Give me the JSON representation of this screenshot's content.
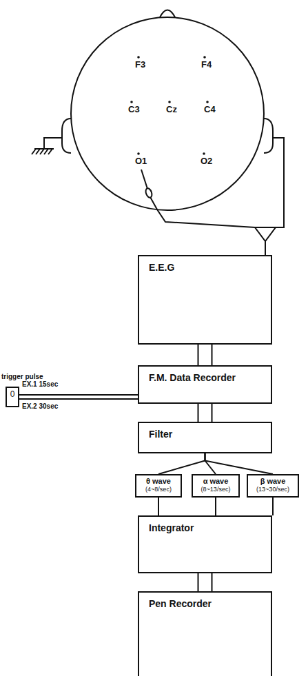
{
  "diagram": {
    "nodes": [
      {
        "text": [
          "E.E.G"
        ]
      },
      {
        "text": [
          "F.M. Data Recorder"
        ]
      },
      {
        "text": [
          "0"
        ]
      },
      {
        "text": [
          "Filter"
        ]
      },
      {
        "text": [
          "θ wave",
          "(4~8/sec)"
        ]
      },
      {
        "text": [
          "α wave",
          "(8~13/sec)"
        ]
      },
      {
        "text": [
          "β wave",
          "(13~30/sec)"
        ]
      },
      {
        "text": [
          "Integrator"
        ]
      },
      {
        "text": [
          "Pen Recorder"
        ]
      }
    ],
    "edges": [
      {
        "from": 0,
        "to": 1,
        "arrow": "none"
      },
      {
        "from": 2,
        "to": 1,
        "arrow": "none"
      },
      {
        "from": 1,
        "to": 3,
        "arrow": "none"
      },
      {
        "from": 3,
        "to": 4,
        "arrow": "none"
      },
      {
        "from": 3,
        "to": 5,
        "arrow": "none"
      },
      {
        "from": 3,
        "to": 6,
        "arrow": "none"
      },
      {
        "from": 4,
        "to": 7,
        "arrow": "none"
      },
      {
        "from": 5,
        "to": 7,
        "arrow": "none"
      },
      {
        "from": 6,
        "to": 7,
        "arrow": "none"
      },
      {
        "from": 7,
        "to": 8,
        "arrow": "none"
      }
    ],
    "labels": [
      "F3",
      "F4",
      "C3",
      "Cz",
      "C4",
      "O1",
      "O2",
      "trigger pulse",
      "EX.1 15sec",
      "EX.2 30sec"
    ]
  }
}
